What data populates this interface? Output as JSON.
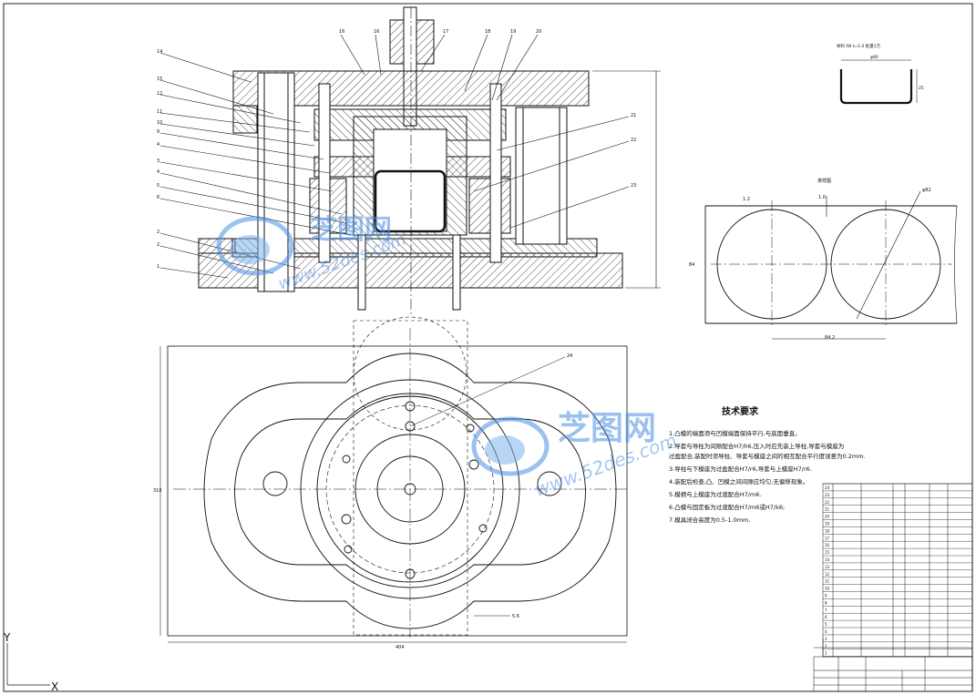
{
  "tech_requirements": {
    "title": "技术要求",
    "lines": [
      "1.凸模的端面须与凹模端面保持平行,与底面垂直。",
      "2.导套与导柱为间隙配合H7/h6,压入时应先装上导柱,导套与模座为",
      "  过盈配合,装配时须导柱、导套与模座之间的相互配合平行度误差为0.2mm.",
      "3.导柱与下模座为过盈配合H7/r6,导套与上模座H7/r6.",
      "4.装配后检查,凸、凹模之间间隙应均匀,无偏移现象。",
      "5.模柄与上模座为过渡配合H7/m6.",
      "6.凸模与固定板为过渡配合H7/m6或H7/k6;",
      "7.模具闭合高度为0.5-1.0mm."
    ]
  },
  "watermark": {
    "brand": "芝图网",
    "url": "www.52des.com"
  },
  "axis_glyphs": {
    "y": "Y",
    "x": "X"
  },
  "part_numbers": [
    "1",
    "2",
    "3",
    "4",
    "5",
    "6",
    "7",
    "8",
    "9",
    "10",
    "11",
    "12",
    "13",
    "14",
    "15",
    "16",
    "17",
    "18",
    "19",
    "20",
    "21",
    "22",
    "23",
    "24"
  ]
}
